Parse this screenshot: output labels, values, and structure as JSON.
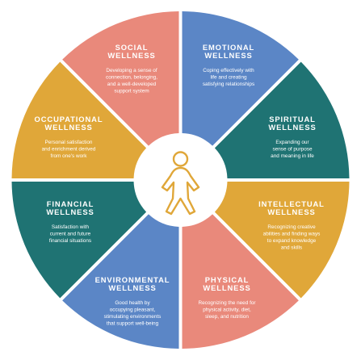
{
  "center_icon": "person-icon",
  "colors": {
    "blue": "#5b86c6",
    "teal": "#1f7373",
    "mustard": "#e0a739",
    "salmon": "#e9897b",
    "icon_stroke": "#e0a739",
    "center_fill": "#ffffff"
  },
  "segments": [
    {
      "id": "emotional",
      "title": [
        "EMOTIONAL",
        "WELLNESS"
      ],
      "desc": [
        "Coping effectively with",
        "life and creating",
        "satisfying relationships"
      ]
    },
    {
      "id": "spiritual",
      "title": [
        "SPIRITUAL",
        "WELLNESS"
      ],
      "desc": [
        "Expanding our",
        "sense of purpose",
        "and meaning in life"
      ]
    },
    {
      "id": "intellectual",
      "title": [
        "INTELLECTUAL",
        "WELLNESS"
      ],
      "desc": [
        "Recognizing creative",
        "abilities and finding ways",
        "to expand knowledge",
        "and skills"
      ]
    },
    {
      "id": "physical",
      "title": [
        "PHYSICAL",
        "WELLNESS"
      ],
      "desc": [
        "Recognizing the need for",
        "physical activity, diet,",
        "sleep, and nutrition"
      ]
    },
    {
      "id": "environmental",
      "title": [
        "ENVIRONMENTAL",
        "WELLNESS"
      ],
      "desc": [
        "Good health by",
        "occupying pleasant,",
        "stimulating environments",
        "that support well-being"
      ]
    },
    {
      "id": "financial",
      "title": [
        "FINANCIAL",
        "WELLNESS"
      ],
      "desc": [
        "Satisfaction with",
        "current and future",
        "financial situations"
      ]
    },
    {
      "id": "occupational",
      "title": [
        "OCCUPATIONAL",
        "WELLNESS"
      ],
      "desc": [
        "Personal satisfaction",
        "and enrichment derived",
        "from one's work"
      ]
    },
    {
      "id": "social",
      "title": [
        "SOCIAL",
        "WELLNESS"
      ],
      "desc": [
        "Developing a sense of",
        "connection, belonging,",
        "and a well-developed",
        "support system"
      ]
    }
  ]
}
